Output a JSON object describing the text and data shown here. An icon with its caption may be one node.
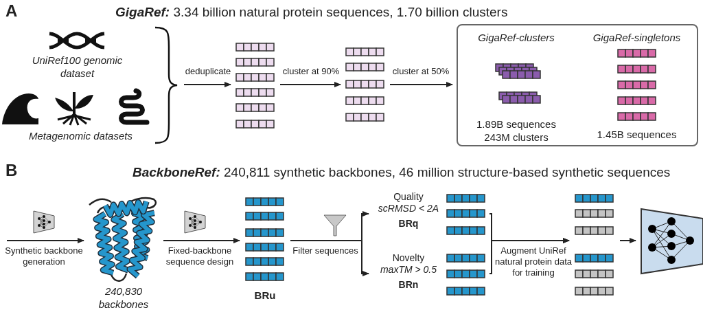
{
  "diagram": {
    "nodes": [
      {
        "text": [
          "UniRef100 genomic dataset",
          "Metagenomic datasets"
        ]
      },
      {
        "text": [],
        "shape": "bar"
      },
      {
        "text": [],
        "shape": "bar"
      },
      {
        "text": [],
        "shape": "box"
      },
      {
        "text": [
          "GigaRef-clusters",
          "1.89B sequences 243M clusters"
        ],
        "in": 3
      },
      {
        "text": [
          "GigaRef-singletons",
          "1.45B sequences"
        ],
        "in": 3
      },
      {
        "text": [
          "240,830 backbones"
        ]
      },
      {
        "text": [
          "BRu"
        ]
      },
      {
        "text": [
          "Quality",
          "scRMSD < 2A",
          "BRq"
        ]
      },
      {
        "text": [
          "Novelty",
          "maxTM > 0.5",
          "BRn"
        ]
      },
      {
        "text": [],
        "shape": "bar"
      },
      {
        "text": [],
        "shape": "picture"
      }
    ],
    "edges": [
      {
        "from": 0,
        "to": 1,
        "arrow": "to",
        "label": "deduplicate"
      },
      {
        "from": 1,
        "to": 2,
        "arrow": "to",
        "label": "cluster at 90%"
      },
      {
        "from": 2,
        "to": 3,
        "arrow": "to",
        "label": "cluster at 50%"
      },
      {
        "from": null,
        "to": 6,
        "arrow": "to",
        "label": "Synthetic backbone generation"
      },
      {
        "from": 6,
        "to": 7,
        "arrow": "to",
        "label": "Fixed-backbone sequence design"
      },
      {
        "from": 7,
        "to": 8,
        "arrow": "to",
        "label": "Filter sequences"
      },
      {
        "from": 7,
        "to": 9,
        "arrow": "to"
      },
      {
        "from": 8,
        "to": 10,
        "arrow": "to",
        "label": "Augment UniRef natural protein data for training"
      },
      {
        "from": 9,
        "to": 10,
        "arrow": "to"
      },
      {
        "from": 10,
        "to": 11,
        "arrow": "to"
      }
    ],
    "labels": [
      "A",
      "**GigaRef:** 3.34 billion natural protein sequences, 1.70 billion clusters",
      "B",
      "**BackboneRef:** 240,811 synthetic backbones, 46 million structure-based synthetic sequences"
    ]
  }
}
